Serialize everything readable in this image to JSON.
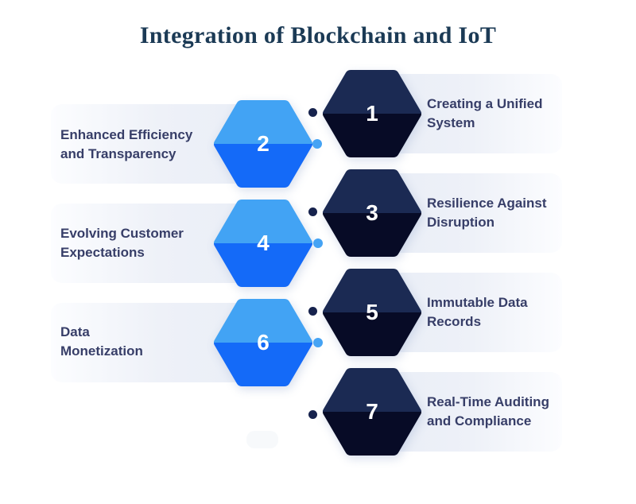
{
  "title": "Integration of Blockchain and IoT",
  "colors": {
    "title_text": "#1b3a55",
    "label_text": "#373e68",
    "hex_dark_top": "#1b2a53",
    "hex_dark_bottom": "#070b26",
    "hex_blue_top": "#42a3f4",
    "hex_blue_bottom": "#146af8",
    "dot_dark": "#16224d",
    "dot_blue": "#45a3f4",
    "strip": "#e8edf6",
    "number_text": "#ffffff"
  },
  "items": [
    {
      "number": "1",
      "side": "right",
      "hex_style": "dark",
      "label_line1": "Creating a Unified",
      "label_line2": "System"
    },
    {
      "number": "2",
      "side": "left",
      "hex_style": "blue",
      "label_line1": "Enhanced Efficiency",
      "label_line2": "and Transparency"
    },
    {
      "number": "3",
      "side": "right",
      "hex_style": "dark",
      "label_line1": "Resilience Against",
      "label_line2": "Disruption"
    },
    {
      "number": "4",
      "side": "left",
      "hex_style": "blue",
      "label_line1": "Evolving Customer",
      "label_line2": "Expectations"
    },
    {
      "number": "5",
      "side": "right",
      "hex_style": "dark",
      "label_line1": "Immutable Data",
      "label_line2": "Records"
    },
    {
      "number": "6",
      "side": "left",
      "hex_style": "blue",
      "label_line1": "Data",
      "label_line2": "Monetization"
    },
    {
      "number": "7",
      "side": "right",
      "hex_style": "dark",
      "label_line1": "Real-Time Auditing",
      "label_line2": "and Compliance"
    }
  ]
}
